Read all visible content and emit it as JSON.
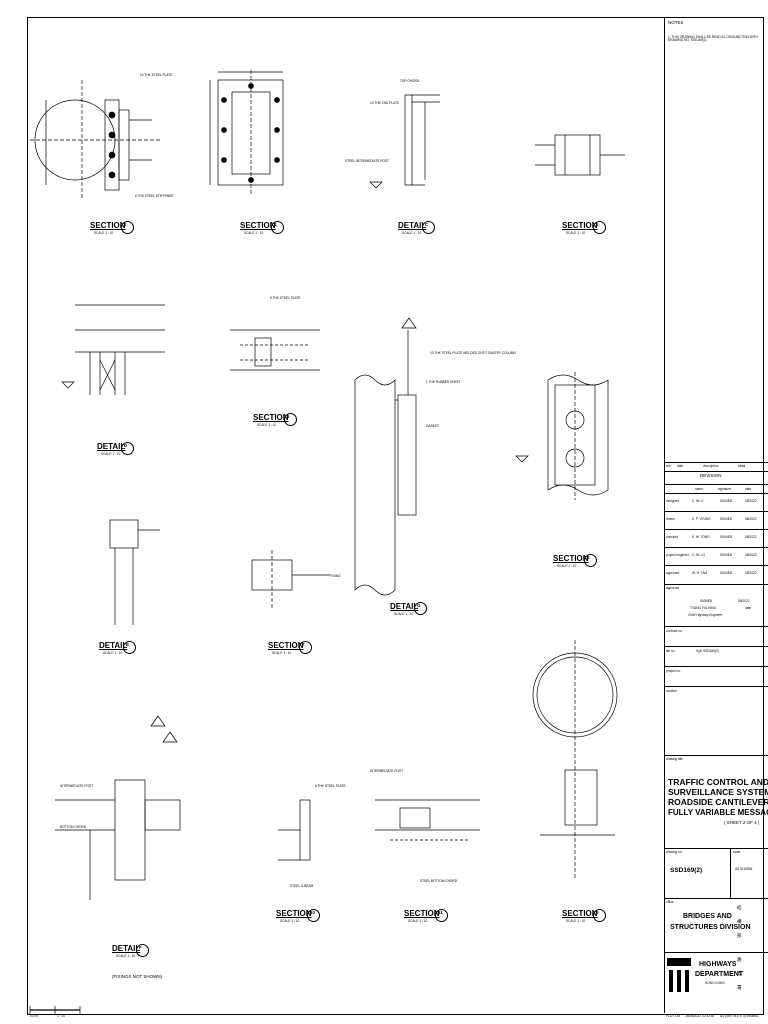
{
  "notes": {
    "heading": "NOTES",
    "items": [
      "1.   THIS DRAWING SHALL BE READ IN CONJUNCTION WITH DRAWING NO. SSD169(1)."
    ]
  },
  "views": [
    {
      "kind": "SECTION",
      "ref": "2",
      "scale": "SCALE 1 : 10"
    },
    {
      "kind": "SECTION",
      "ref": "4",
      "scale": "SCALE 1 : 10"
    },
    {
      "kind": "DETAIL",
      "ref": "C",
      "scale": "SCALE 1 : 10"
    },
    {
      "kind": "SECTION",
      "ref": "5",
      "scale": "SCALE 1 : 10"
    },
    {
      "kind": "DETAIL",
      "ref": "D",
      "scale": "SCALE 1 : 10"
    },
    {
      "kind": "SECTION",
      "ref": "6",
      "scale": "SCALE 1 : 10"
    },
    {
      "kind": "SECTION",
      "ref": "8",
      "scale": "SCALE 1 : 10"
    },
    {
      "kind": "DETAIL",
      "ref": "E",
      "scale": "SCALE 1 : 10"
    },
    {
      "kind": "SECTION",
      "ref": "7",
      "scale": "SCALE 1 : 10"
    },
    {
      "kind": "DETAIL",
      "ref": "G",
      "scale": "SCALE 1 : 10"
    },
    {
      "kind": "DETAIL",
      "ref": "F",
      "scale": "SCALE 1 : 10"
    },
    {
      "kind": "SECTION",
      "ref": "10",
      "scale": "SCALE 1 : 10"
    },
    {
      "kind": "SECTION",
      "ref": "11",
      "scale": "SCALE 1 : 10"
    },
    {
      "kind": "SECTION",
      "ref": "9",
      "scale": "SCALE 1 : 10"
    }
  ],
  "detail_f_note": "(FIXINGS NOT SHOWN)",
  "callouts": [
    "10 THK STEEL PLATE",
    "6 THK STEEL STIFFENER",
    "TOP CHORD",
    "10 THK END PLATE",
    "STEEL INTERMEDIATE POST",
    "1 THK RUBBER SHEET",
    "GASKET",
    "6 THK STEEL PLATE",
    "10 THK STEEL PLATE WELDED ONTO GANTRY COLUMN",
    "STEEL BOTTOM CHORD",
    "INTERMEDIATE POST",
    "8 THK STEEL PLATE",
    "BOTTOM CHORD",
    "INTERMEDIATE POST",
    "STEEL U-BEAM",
    "FIXING"
  ],
  "revision_table": {
    "headers": [
      "rev.",
      "date",
      "description",
      "initial"
    ],
    "title": "REVISION",
    "sign_headers": [
      "name",
      "signature",
      "date"
    ],
    "rows": [
      {
        "role": "designed",
        "name": "C. W. LI",
        "sig": "SIGNED",
        "date": "08/2022"
      },
      {
        "role": "drawn",
        "name": "K. P. YEUNG",
        "sig": "SIGNED",
        "date": "08/2022"
      },
      {
        "role": "checked",
        "name": "K. W. TONG",
        "sig": "SIGNED",
        "date": "08/2022"
      },
      {
        "role": "project engineer",
        "name": "C. W. LO",
        "sig": "SIGNED",
        "date": "08/2022"
      },
      {
        "role": "approved",
        "name": "W. H. TAM",
        "sig": "SIGNED",
        "date": "08/2022"
      }
    ]
  },
  "approval": {
    "label": "approved",
    "sig": "SIGNED",
    "date": "08/2022",
    "name": "Chief Highway Engineer",
    "title_line": "TSANG YIU-HING",
    "date_label": "date"
  },
  "fields": [
    {
      "label": "contract no.",
      "value": ""
    },
    {
      "label": "file no.",
      "value": "HyD SSD169(2)"
    },
    {
      "label": "project no.",
      "value": ""
    },
    {
      "label": "location",
      "value": ""
    }
  ],
  "drawing_title_label": "drawing title",
  "drawing_title": [
    "TRAFFIC CONTROL AND",
    "SURVEILLANCE SYSTEM",
    "ROADSIDE CANTILEVER TYPE",
    "FULLY VARIABLE MESSAGE SIGN",
    "( SHEET 2 OF 4 )"
  ],
  "drawing_no_label": "drawing no.",
  "drawing_no": "SSD169(2)",
  "scale_label": "scale",
  "scale_value": "AS SHOWN",
  "office_label": "office",
  "office": [
    "BRIDGES AND",
    "STRUCTURES DIVISION"
  ],
  "office_chinese": [
    "結",
    "構",
    "部"
  ],
  "department": [
    "HIGHWAYS",
    "DEPARTMENT"
  ],
  "department_sub": "HONG KONG",
  "department_chinese": [
    "路",
    "政",
    "署"
  ],
  "footer": {
    "plot": "PLOT ON",
    "plot_date": "26/08/2022 10:32:50",
    "sheet_info": "A1 (SEE NOTE 3) 594x841"
  },
  "scale_bar": {
    "label": "1 : 10",
    "unit": "0.5 m"
  },
  "colors": {
    "line": "#000000",
    "paper": "#ffffff"
  }
}
